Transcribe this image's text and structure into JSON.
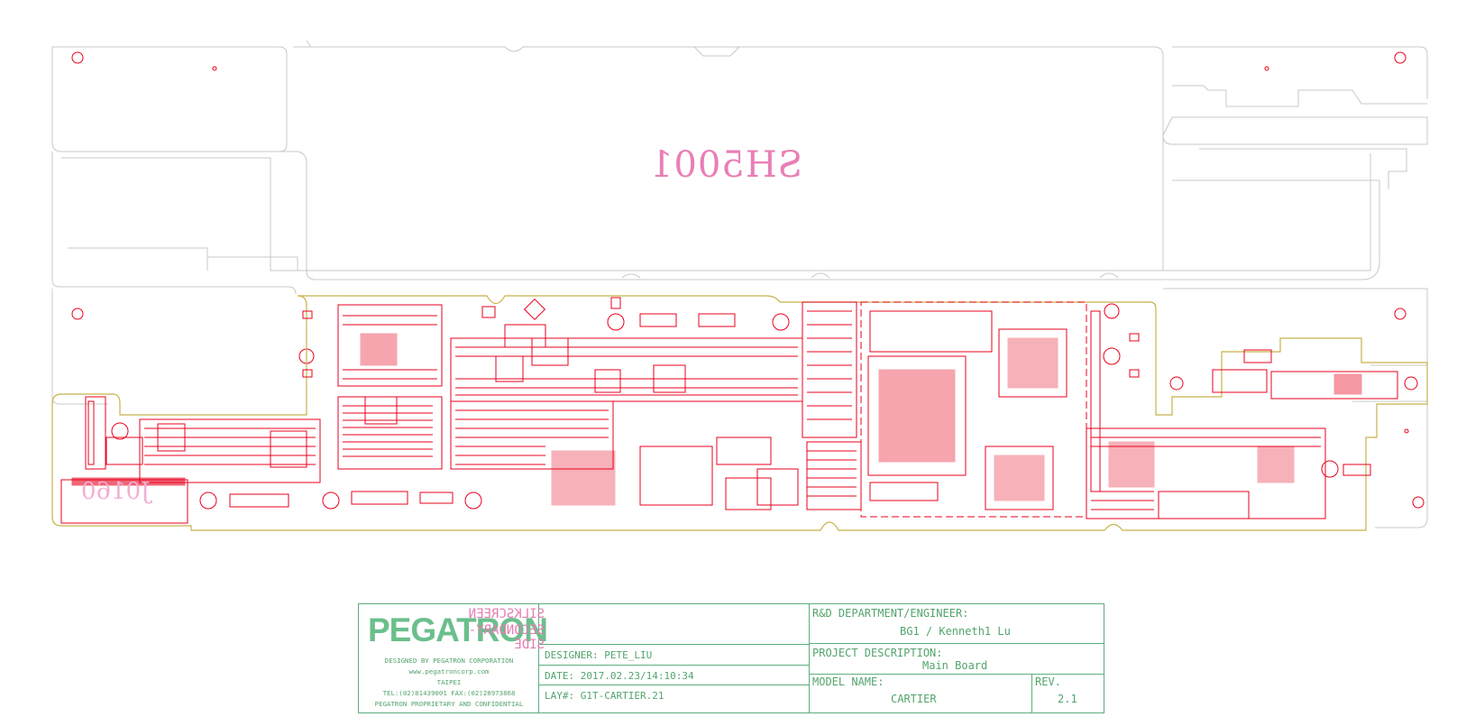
{
  "board": {
    "refdes_large": "SH5001",
    "refdes_connector": "J0160",
    "outline_color": "#c8c8c8",
    "board_edge_color": "#c8b24a",
    "component_color": "#e8001c",
    "silk_color": "#e97fb5"
  },
  "title_block": {
    "logo": "PEGATRON",
    "designed_by": "DESIGNED BY PEGATRON CORPORATION",
    "website": "www.pegatroncorp.com",
    "city": "TAIPEI",
    "contact": "TEL:(02)81439001 FAX:(02)28973868",
    "confidential": "PEGATRON PROPRIETARY AND CONFIDENTIAL",
    "layer_line1": "SILKSCREEN",
    "layer_line2": "SECONDARY-SIDE",
    "designer": "DESIGNER: PETE_LIU",
    "date": "DATE: 2017.02.23/14:10:34",
    "lay": "LAY#: G1T-CARTIER.21",
    "rd_label": "R&D DEPARTMENT/ENGINEER:",
    "rd_value": "BG1 / Kenneth1 Lu",
    "project_label": "PROJECT DESCRIPTION:",
    "project_value": "Main Board",
    "model_label": "MODEL NAME:",
    "model_value": "CARTIER",
    "rev_label": "REV.",
    "rev_value": "2.1",
    "accent_color": "#53a46c"
  }
}
